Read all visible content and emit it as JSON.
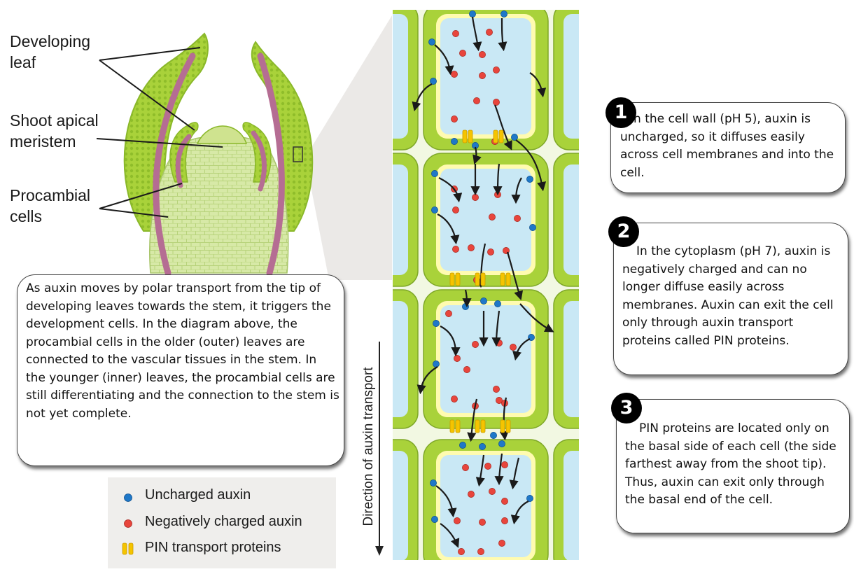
{
  "labels": {
    "developing_leaf": [
      "Developing",
      "leaf"
    ],
    "shoot_apical_meristem": [
      "Shoot apical",
      "meristem"
    ],
    "procambial_cells": [
      "Procambial",
      "cells"
    ]
  },
  "description_box": "As auxin moves by polar transport from the tip of developing leaves towards the stem, it triggers the development cells. In the diagram above, the procambial cells in the older (outer) leaves are connected to the vascular tissues in the stem. In the younger (inner) leaves, the procambial cells are still differentiating and the connection to the stem is not yet complete.",
  "legend": {
    "uncharged": "Uncharged auxin",
    "negative": "Negatively charged auxin",
    "pin": "PIN transport proteins"
  },
  "direction_label": "Direction of auxin transport",
  "steps": [
    {
      "number": "1",
      "text": "In the cell wall (pH 5),  auxin is uncharged, so it diffuses easily across cell membranes and into the cell."
    },
    {
      "number": "2",
      "text": "In the cytoplasm (pH 7), auxin is negatively charged and can no longer diffuse easily across membranes. Auxin can exit the cell only through auxin transport proteins called PIN proteins."
    },
    {
      "number": "3",
      "text": "PIN proteins are located only on the basal side of each cell (the side farthest away from the shoot tip). Thus, auxin can exit only through the basal end of the cell."
    }
  ],
  "colors": {
    "cell_wall": "#a9d23a",
    "cytoplasm": "#c9e8f5",
    "membrane_edge": "#fffbb0",
    "uncharged_auxin": "#1f78c8",
    "negative_auxin": "#e8453c",
    "pin_protein": "#f5c400",
    "procambium": "#b56d93",
    "tissue": "#d7e9a7"
  }
}
